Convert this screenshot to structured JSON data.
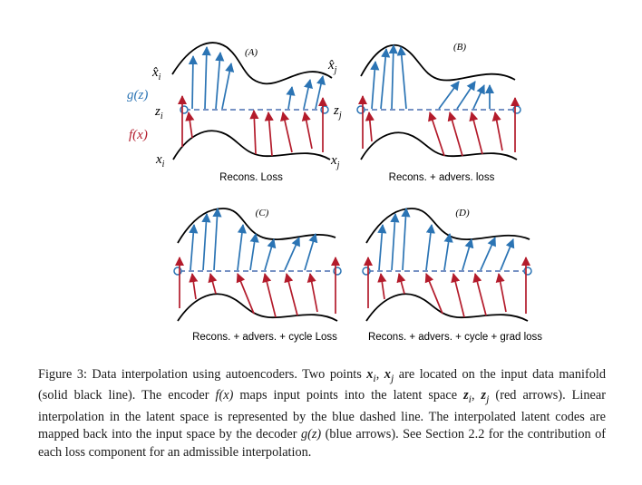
{
  "labels": {
    "xhat_i": "x̂",
    "xhat_i_sub": "i",
    "xhat_j": "x̂",
    "xhat_j_sub": "j",
    "g": "g(z)",
    "z_i": "z",
    "z_i_sub": "i",
    "z_j": "z",
    "z_j_sub": "j",
    "f": "f(x)",
    "x_i": "x",
    "x_i_sub": "i",
    "x_j": "x",
    "x_j_sub": "j"
  },
  "panels": [
    {
      "tag": "(A)",
      "caption": "Recons. Loss"
    },
    {
      "tag": "(B)",
      "caption": "Recons. + advers. loss"
    },
    {
      "tag": "(C)",
      "caption": "Recons. + advers. + cycle Loss"
    },
    {
      "tag": "(D)",
      "caption": "Recons. + advers. + cycle + grad loss"
    }
  ],
  "caption": {
    "p1": "Figure 3: Data interpolation using autoencoders. Two points ",
    "xi": "x",
    "xi_sub": "i",
    "sep": ", ",
    "xj": "x",
    "xj_sub": "j",
    "p2": " are located on the input data manifold (solid black line). The encoder ",
    "fx": "f(x)",
    "p3": " maps input points into the latent space ",
    "zi": "z",
    "zi_sub": "i",
    "sep2": ", ",
    "zj": "z",
    "zj_sub": "j",
    "p4": " (red arrows). Linear interpolation in the latent space is represented by the blue dashed line. The interpolated latent codes are mapped back into the input space by the decoder ",
    "gz": "g(z)",
    "p5": " (blue arrows). See Section 2.2 for the contribution of each loss component for an admissible interpolation."
  },
  "colors": {
    "red": "#b31b2b",
    "blue": "#2b74b4",
    "dash": "#4a6fb0",
    "blue_label": "#2b74b4",
    "red_label": "#b31b2b"
  }
}
